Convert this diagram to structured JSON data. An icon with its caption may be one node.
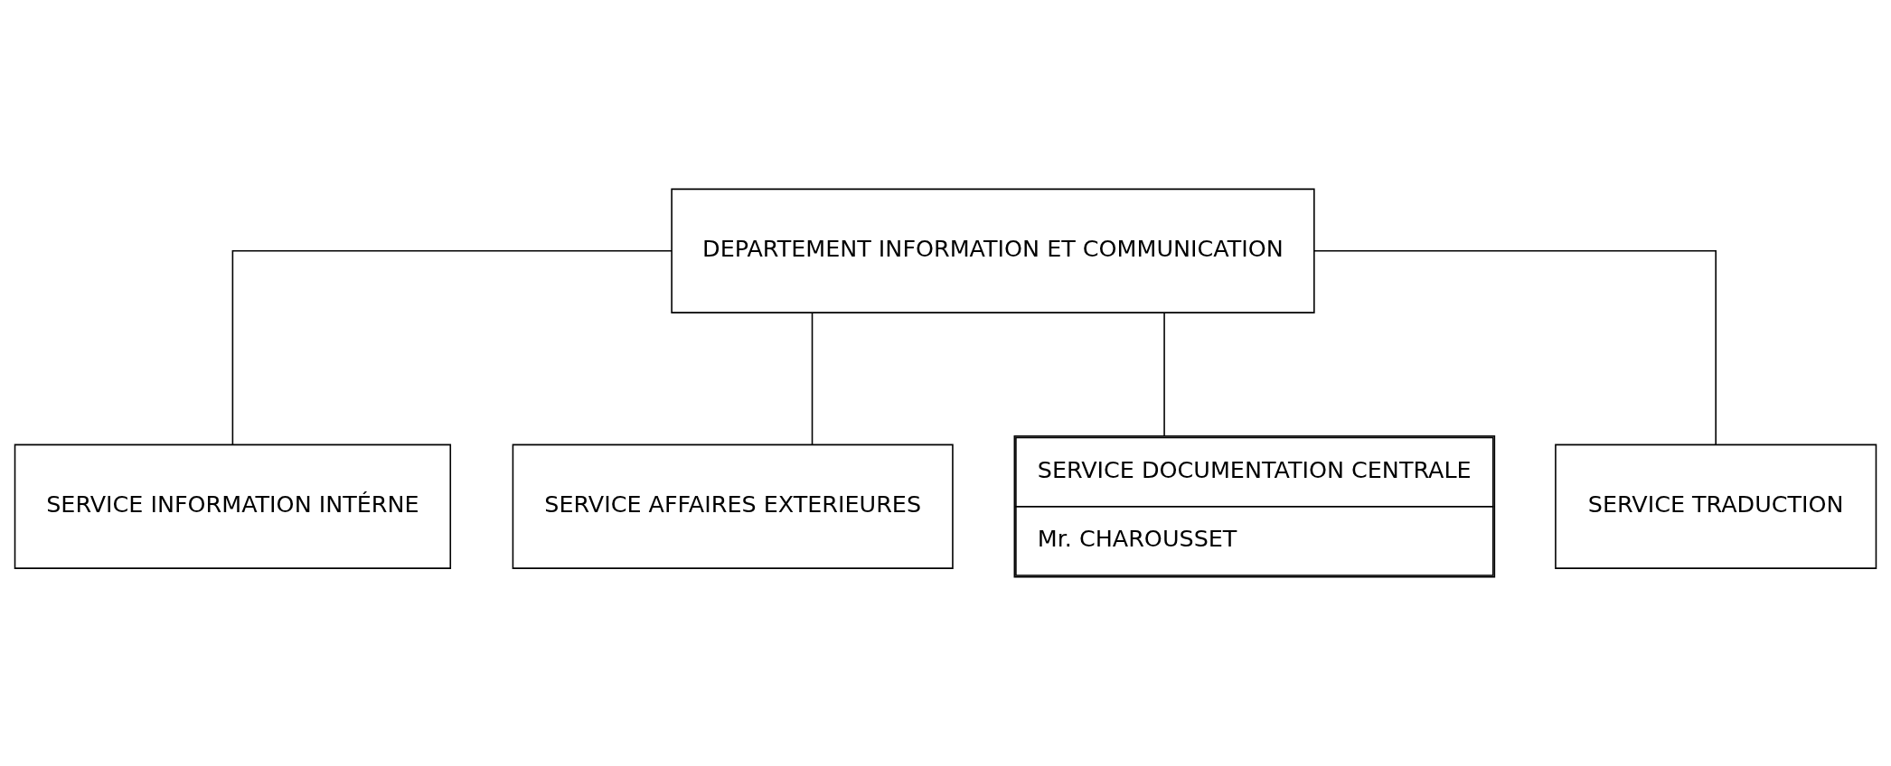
{
  "diagram": {
    "nodes": [
      {
        "text": [
          "DEPARTEMENT INFORMATION ET COMMUNICATION"
        ]
      },
      {
        "text": [
          "SERVICE INFORMATION INTÉRNE"
        ]
      },
      {
        "text": [
          "SERVICE AFFAIRES EXTERIEURES"
        ]
      },
      {
        "text": [
          "SERVICE DOCUMENTATION CENTRALE",
          "Mr. CHAROUSSET"
        ]
      },
      {
        "text": [
          "SERVICE TRADUCTION"
        ]
      }
    ],
    "edges": [
      {
        "from": 0,
        "to": 1,
        "arrow": "none"
      },
      {
        "from": 0,
        "to": 2,
        "arrow": "none"
      },
      {
        "from": 0,
        "to": 3,
        "arrow": "none"
      },
      {
        "from": 0,
        "to": 4,
        "arrow": "none"
      }
    ]
  }
}
